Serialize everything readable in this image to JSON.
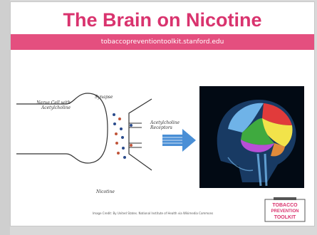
{
  "slide": {
    "title": "The Brain on Nicotine",
    "url": "tobaccopreventiontoolkit.stanford.edu"
  },
  "diagram": {
    "nerve_label": "Nerve Cell with Acetylcholine",
    "synapse_label": "Synapse",
    "receptors_label": "Acetylcholine Receptors",
    "nicotine_label": "Nicotine"
  },
  "credit": "Image Credit: By United States. National Institute of Health via Wikimedia Commons",
  "logo_lines": [
    "TOBACCO",
    "PREVENTION",
    "TOOLKIT"
  ],
  "colors": {
    "accent": "#e44f7f",
    "title": "#d9336e",
    "arrow": "#4a8fd6"
  }
}
